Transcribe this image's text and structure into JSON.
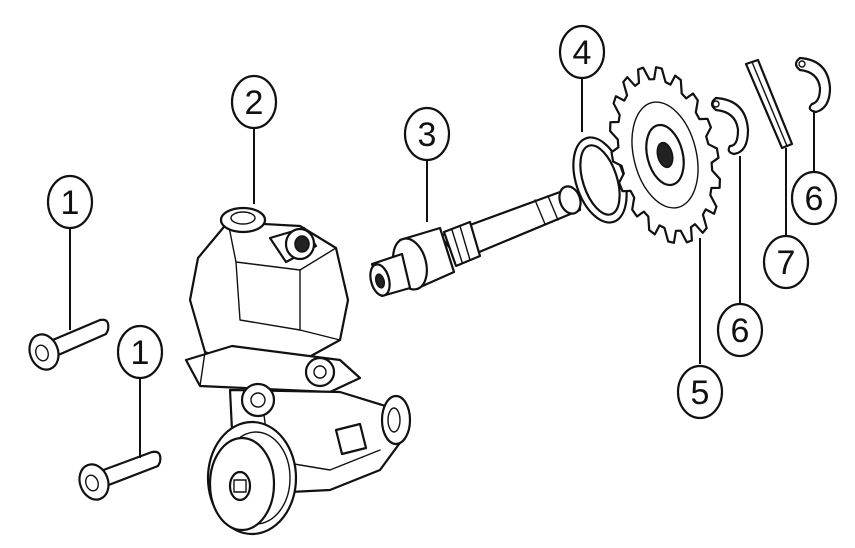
{
  "callouts": [
    {
      "id": "c1a",
      "label": "1"
    },
    {
      "id": "c1b",
      "label": "1"
    },
    {
      "id": "c2",
      "label": "2"
    },
    {
      "id": "c3",
      "label": "3"
    },
    {
      "id": "c4",
      "label": "4"
    },
    {
      "id": "c5",
      "label": "5"
    },
    {
      "id": "c6a",
      "label": "6"
    },
    {
      "id": "c6b",
      "label": "6"
    },
    {
      "id": "c7",
      "label": "7"
    }
  ],
  "colors": {
    "line": "#111111",
    "background": "#ffffff"
  }
}
